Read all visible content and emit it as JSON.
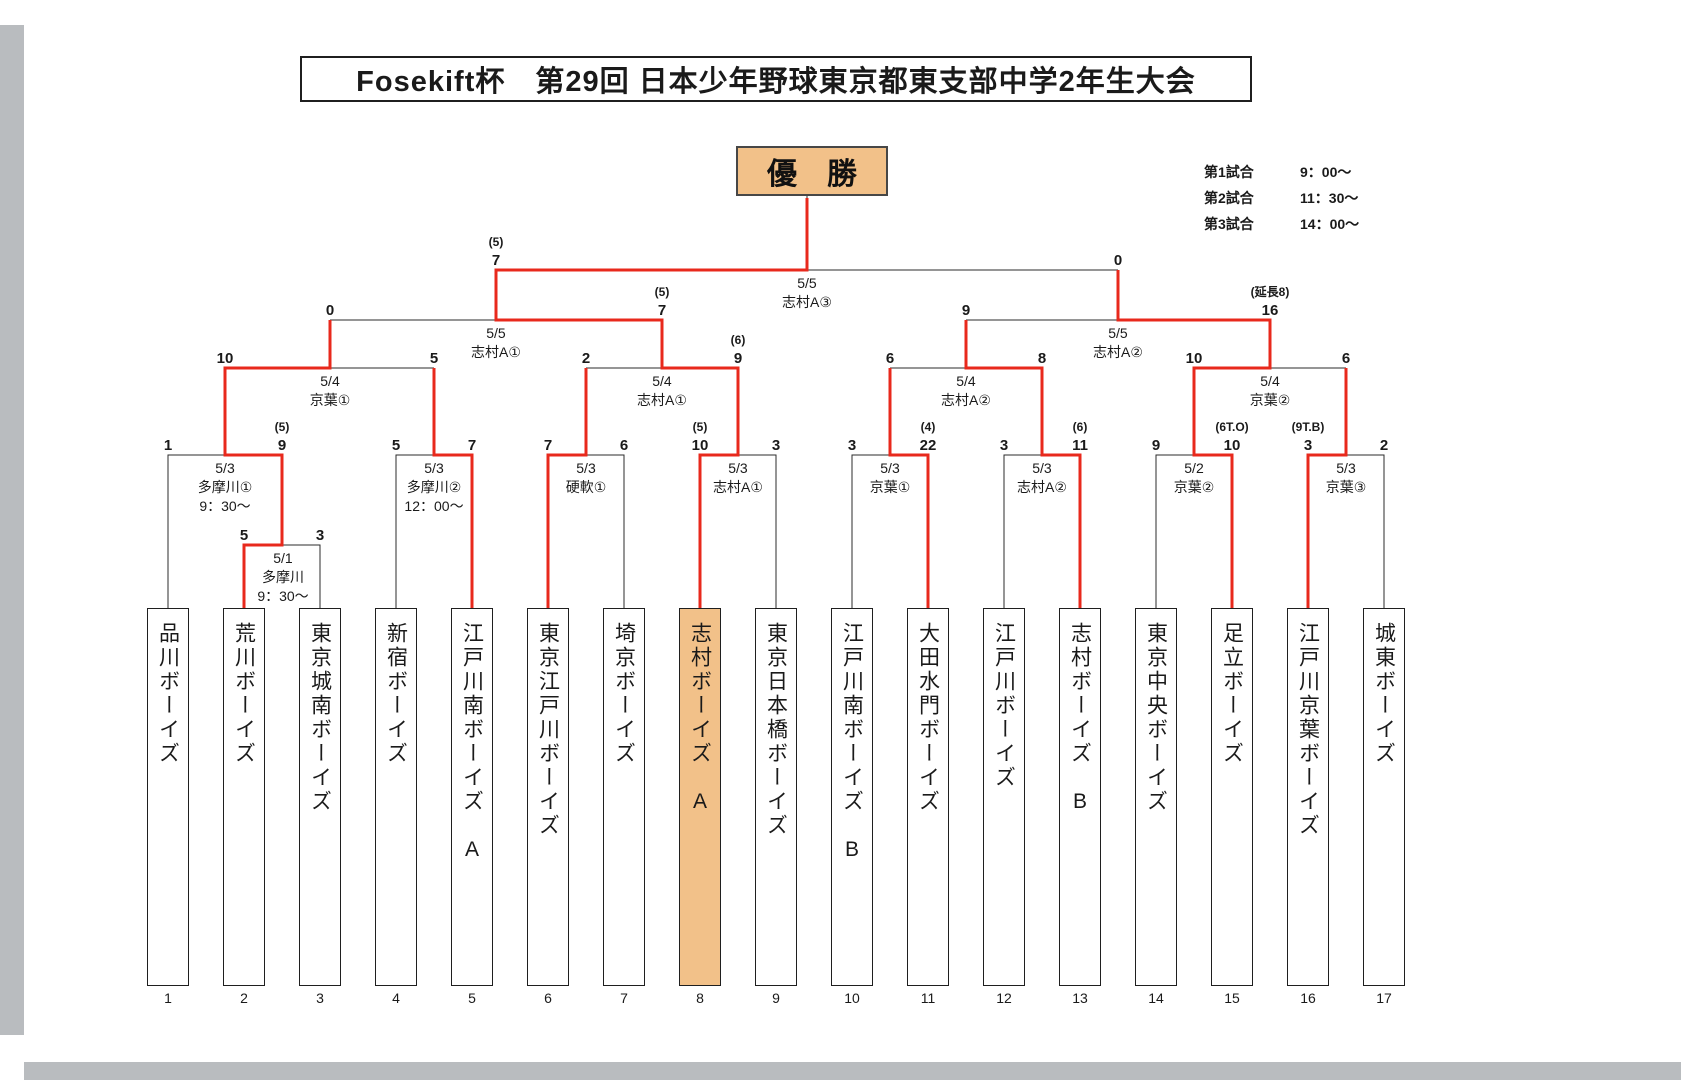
{
  "page": {
    "title": "Fosekift杯　第29回 日本少年野球東京都東支部中学2年生大会",
    "champion_label": "優　勝"
  },
  "schedule": [
    {
      "label": "第1試合",
      "time": "9：00～"
    },
    {
      "label": "第2試合",
      "time": "11：30～"
    },
    {
      "label": "第3試合",
      "time": "14：00～"
    }
  ],
  "matches": {
    "playin": {
      "label": "5/1\n多摩川\n9：30～",
      "score_left": "5",
      "score_right": "3"
    },
    "r1m1": {
      "label": "5/3\n多摩川①\n9：30～",
      "score_left": "1",
      "score_right": "9",
      "note_right": "(5)"
    },
    "r1m2": {
      "label": "5/3\n多摩川②\n12：00～",
      "score_left": "5",
      "score_right": "7"
    },
    "r1m3": {
      "label": "5/3\n硬軟①",
      "score_left": "7",
      "score_right": "6"
    },
    "r1m4": {
      "label": "5/3\n志村A①",
      "score_left": "10",
      "score_right": "3",
      "note_left": "(5)"
    },
    "r1m5": {
      "label": "5/3\n京葉①",
      "score_left": "3",
      "score_right": "22",
      "note_right": "(4)"
    },
    "r1m6": {
      "label": "5/3\n志村A②",
      "score_left": "3",
      "score_right": "11",
      "note_right": "(6)"
    },
    "r1m7": {
      "label": "5/2\n京葉②",
      "score_left": "9",
      "score_right": "10",
      "note_right": "(6T.O)"
    },
    "r1m8": {
      "label": "5/3\n京葉③",
      "score_left": "3",
      "score_right": "2",
      "note_left": "(9T.B)"
    },
    "qf1": {
      "label": "5/4\n京葉①",
      "score_left": "10",
      "score_right": "5"
    },
    "qf2": {
      "label": "5/4\n志村A①",
      "score_left": "2",
      "score_right": "9",
      "note_right": "(6)"
    },
    "qf3": {
      "label": "5/4\n志村A②",
      "score_left": "6",
      "score_right": "8"
    },
    "qf4": {
      "label": "5/4\n京葉②",
      "score_left": "10",
      "score_right": "6"
    },
    "sf1": {
      "label": "5/5\n志村A①",
      "score_left": "0",
      "score_right": "7",
      "note_right": "(5)"
    },
    "sf2": {
      "label": "5/5\n志村A②",
      "score_left": "9",
      "score_right": "16",
      "note_right": "(延長8)"
    },
    "final": {
      "label": "5/5\n志村A③",
      "score_left": "7",
      "score_right": "0",
      "note_left": "(5)"
    }
  },
  "teams": [
    {
      "no": "1",
      "name": "品川ボーイズ"
    },
    {
      "no": "2",
      "name": "荒川ボーイズ"
    },
    {
      "no": "3",
      "name": "東京城南ボーイズ"
    },
    {
      "no": "4",
      "name": "新宿ボーイズ"
    },
    {
      "no": "5",
      "name": "江戸川南ボーイズ　A"
    },
    {
      "no": "6",
      "name": "東京江戸川ボーイズ"
    },
    {
      "no": "7",
      "name": "埼京ボーイズ"
    },
    {
      "no": "8",
      "name": "志村ボーイズ　A"
    },
    {
      "no": "9",
      "name": "東京日本橋ボーイズ"
    },
    {
      "no": "10",
      "name": "江戸川南ボーイズ　B"
    },
    {
      "no": "11",
      "name": "大田水門ボーイズ"
    },
    {
      "no": "12",
      "name": "江戸川ボーイズ"
    },
    {
      "no": "13",
      "name": "志村ボーイズ　B"
    },
    {
      "no": "14",
      "name": "東京中央ボーイズ"
    },
    {
      "no": "15",
      "name": "足立ボーイズ"
    },
    {
      "no": "16",
      "name": "江戸川京葉ボーイズ"
    },
    {
      "no": "17",
      "name": "城東ボーイズ"
    }
  ],
  "colors": {
    "highlight": "#f2c189",
    "winner_line": "#e8291c"
  }
}
